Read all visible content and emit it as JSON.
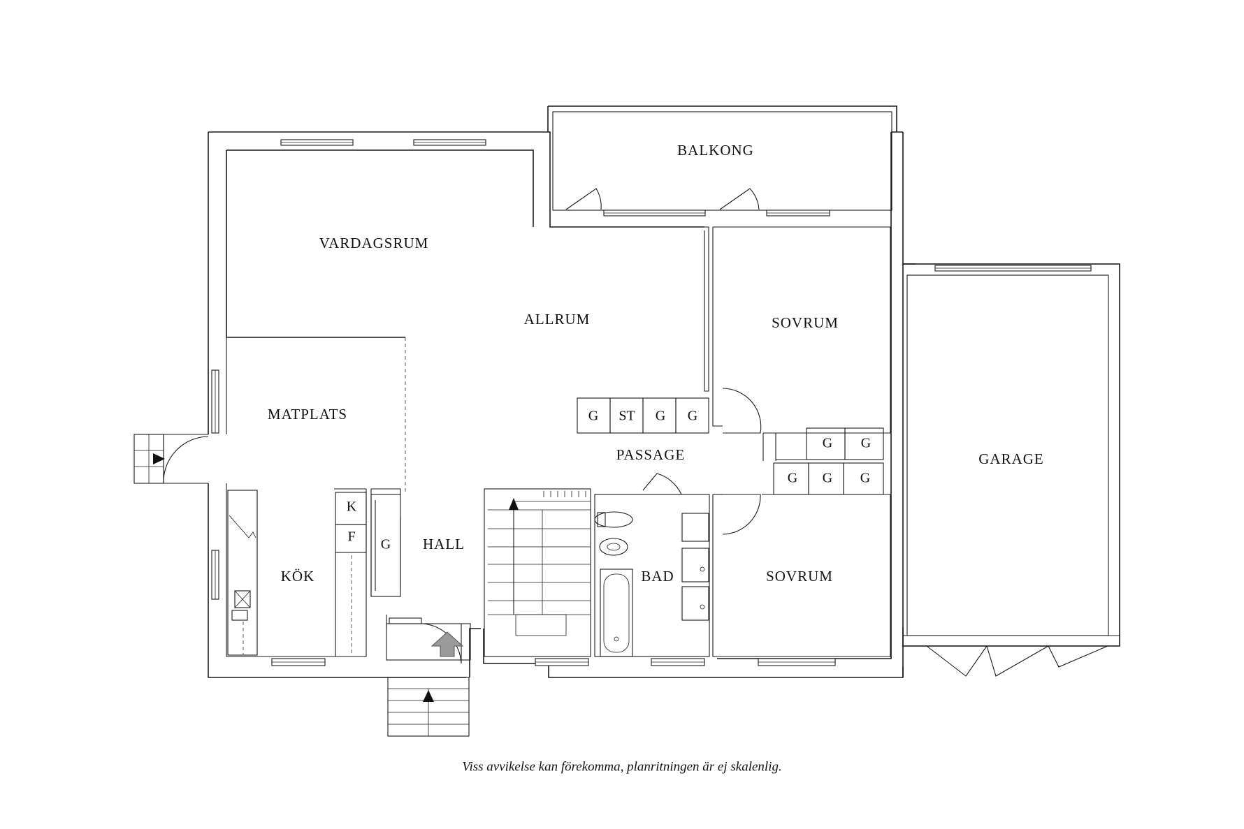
{
  "rooms": {
    "balkong": "BALKONG",
    "vardagsrum": "VARDAGSRUM",
    "allrum": "ALLRUM",
    "sovrum_upper": "SOVRUM",
    "matplats": "MATPLATS",
    "passage": "PASSAGE",
    "garage": "GARAGE",
    "hall": "HALL",
    "kok": "KÖK",
    "bad": "BAD",
    "sovrum_lower": "SOVRUM"
  },
  "storage": {
    "passage_row": [
      "G",
      "ST",
      "G",
      "G"
    ],
    "sovrum_upper_closets": [
      "G",
      "G"
    ],
    "sovrum_lower_closets": [
      "G",
      "G",
      "G"
    ],
    "kitchen_fridge": "K",
    "kitchen_freezer": "F",
    "hall_closet": "G"
  },
  "disclaimer": "Viss avvikelse kan förekomma, planritningen är ej skalenlig."
}
